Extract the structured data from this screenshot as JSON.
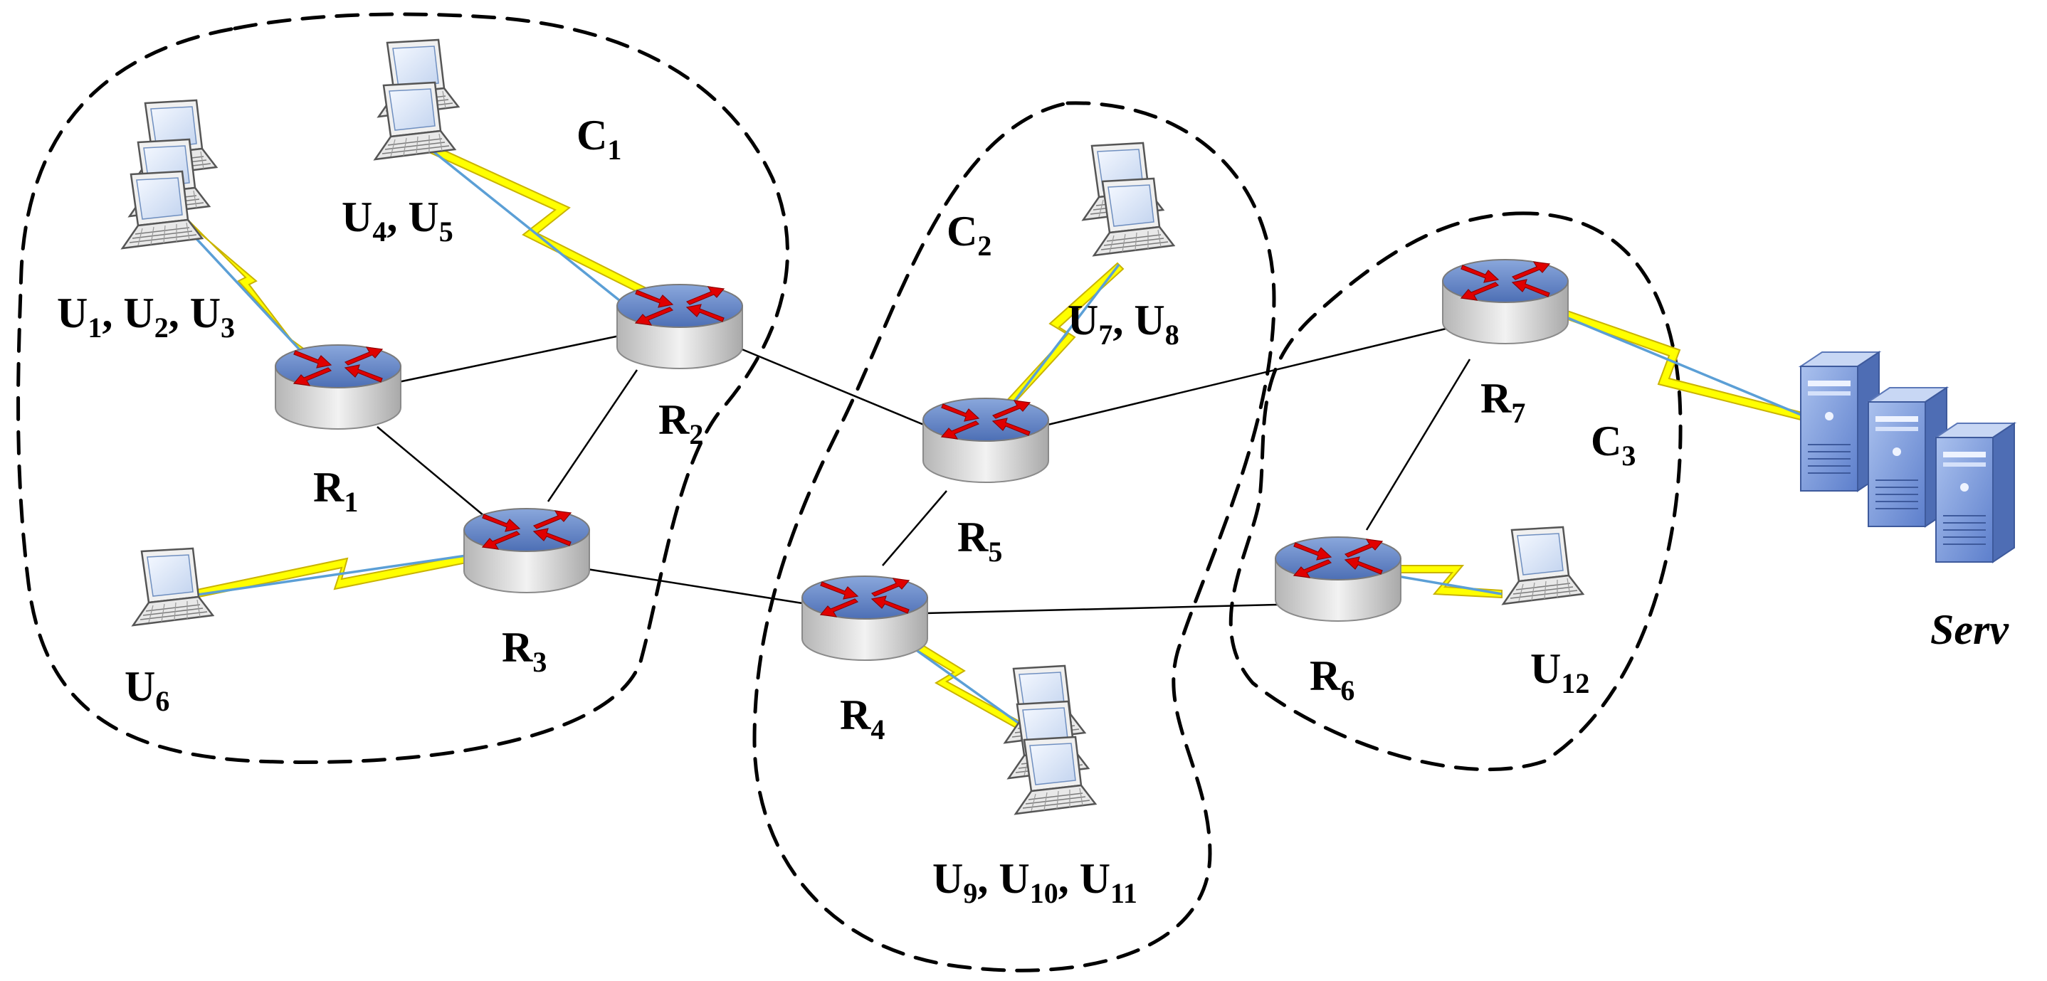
{
  "clusters": [
    {
      "id": "c1",
      "label": {
        "main": "C",
        "sub": "1"
      }
    },
    {
      "id": "c2",
      "label": {
        "main": "C",
        "sub": "2"
      }
    },
    {
      "id": "c3",
      "label": {
        "main": "C",
        "sub": "3"
      }
    }
  ],
  "routers": [
    {
      "id": "r1",
      "label": {
        "main": "R",
        "sub": "1"
      }
    },
    {
      "id": "r2",
      "label": {
        "main": "R",
        "sub": "2"
      }
    },
    {
      "id": "r3",
      "label": {
        "main": "R",
        "sub": "3"
      }
    },
    {
      "id": "r4",
      "label": {
        "main": "R",
        "sub": "4"
      }
    },
    {
      "id": "r5",
      "label": {
        "main": "R",
        "sub": "5"
      }
    },
    {
      "id": "r6",
      "label": {
        "main": "R",
        "sub": "6"
      }
    },
    {
      "id": "r7",
      "label": {
        "main": "R",
        "sub": "7"
      }
    }
  ],
  "user_groups": [
    {
      "id": "g1",
      "router": "r1",
      "labels": [
        {
          "main": "U",
          "sub": "1"
        },
        {
          "main": "U",
          "sub": "2"
        },
        {
          "main": "U",
          "sub": "3"
        }
      ]
    },
    {
      "id": "g2",
      "router": "r2",
      "labels": [
        {
          "main": "U",
          "sub": "4"
        },
        {
          "main": "U",
          "sub": "5"
        }
      ]
    },
    {
      "id": "g3",
      "router": "r3",
      "labels": [
        {
          "main": "U",
          "sub": "6"
        }
      ]
    },
    {
      "id": "g4",
      "router": "r5",
      "labels": [
        {
          "main": "U",
          "sub": "7"
        },
        {
          "main": "U",
          "sub": "8"
        }
      ]
    },
    {
      "id": "g5",
      "router": "r4",
      "labels": [
        {
          "main": "U",
          "sub": "9"
        },
        {
          "main": "U",
          "sub": "10"
        },
        {
          "main": "U",
          "sub": "11"
        }
      ]
    },
    {
      "id": "g6",
      "router": "r6",
      "labels": [
        {
          "main": "U",
          "sub": "12"
        }
      ]
    }
  ],
  "server": {
    "label": "Serv",
    "router": "r7"
  },
  "links": [
    [
      "r1",
      "r2"
    ],
    [
      "r1",
      "r3"
    ],
    [
      "r2",
      "r3"
    ],
    [
      "r2",
      "r5"
    ],
    [
      "r3",
      "r4"
    ],
    [
      "r4",
      "r5"
    ],
    [
      "r4",
      "r6"
    ],
    [
      "r5",
      "r7"
    ],
    [
      "r6",
      "r7"
    ]
  ],
  "colors": {
    "router_top": "#6d8fcf",
    "router_body": "#d9d9d9",
    "arrows": "#e00000",
    "wireless": "#ffff00",
    "beam": "#5b9fd6",
    "laptop_screen": "#dfe9f8",
    "server": "#7d9fe0"
  }
}
